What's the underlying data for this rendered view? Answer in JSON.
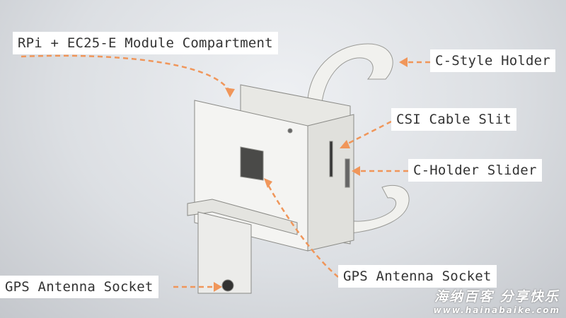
{
  "labels": {
    "compartment": "RPi + EC25-E Module Compartment",
    "c_style_holder": "C-Style Holder",
    "csi_cable_slit": "CSI Cable Slit",
    "c_holder_slider": "C-Holder Slider",
    "gps_socket_right": "GPS Antenna Socket",
    "gps_socket_left": "GPS Antenna Socket"
  },
  "watermark": {
    "line1": "海纳百客 分享快乐",
    "line2": "www.hainabaike.com"
  },
  "colors": {
    "arrow": "#f0965a",
    "part": "#f2f2f0"
  }
}
